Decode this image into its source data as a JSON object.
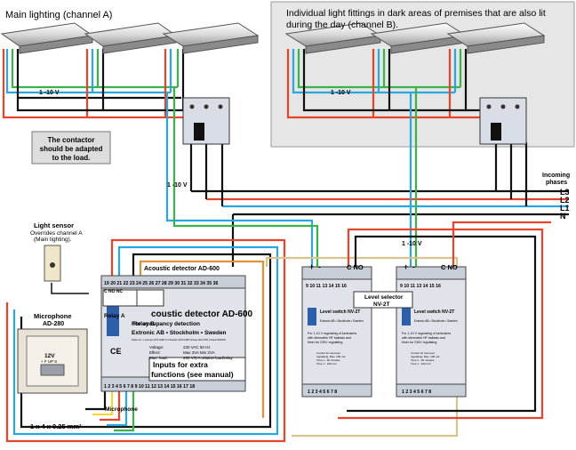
{
  "labels": {
    "main_lighting": "Main lighting (channel A)",
    "individual_line1": "Individual light fittings in dark areas of premises that are also lit",
    "individual_line2": "during the day (channel B).",
    "voltage_a": "1 -10 V",
    "voltage_b": "1 -10 V",
    "voltage_mid": "1 -10 V",
    "voltage_right": "1 -10 V",
    "contactor_line1": "The contactor",
    "contactor_line2": "should be adapted",
    "contactor_line3": "to the load.",
    "incoming_line1": "Incoming",
    "incoming_line2": "phases",
    "phase_l3": "L3",
    "phase_l2": "L2",
    "phase_l1": "L1",
    "phase_n": "N",
    "light_sensor": "Light sensor",
    "overrides_line1": "Overrides channel A",
    "overrides_line2": "(Main lighting).",
    "microphone_title": "Microphone",
    "microphone_model": "AD-280",
    "mic_12v": "12V",
    "mic_pins": "+ F UP S",
    "cable_spec": "1 x 4 x 0.25 mm²",
    "microphone_bottom": "Microphone",
    "acoustic_detector_label": "Acoustic detector AD-600",
    "device_title": "coustic detector AD-600",
    "device_subtitle": "For occupancy detection",
    "device_maker": "Extronic AB • Stockholm • Sweden",
    "device_small": "Patent no: 1, Europe 0073 0186 2/ 2 Sweden 9010 1956 Norway 904 6765, Finland 9005/32",
    "spec_voltage_k": "Voltage:",
    "spec_voltage_v": "230 VAC 50 Hz",
    "spec_effect_k": "Effect:",
    "spec_effect_v": "Max 3VA Min 2VA",
    "spec_load_k": "Max. load:",
    "spec_load_v": "250 V/5 A relative load/relay",
    "relay_a": "Relay A",
    "relay_b": "Relay B",
    "relay_terms": "C NO NC",
    "top_terminals": "19 20 21 22 23 24 25 26 27 28 29 30 31 32 33 34 35 36",
    "bottom_terminals": "1 2 3 4 5 6 7 8 9 10 11 12 13 14 15 16 17 18",
    "inputs_extra_1": "Inputs for extra",
    "inputs_extra_2": "functions (see manual)",
    "level_selector_1": "Level selector",
    "level_selector_2": "NV-2T",
    "ls_title": "Level switch NV-2T",
    "ls_maker": "Extronic AB • Stockholm • Sweden",
    "ls_desc_1": "For 1-10 V regulating of luminaires",
    "ls_desc_2": "with dimmable HF ballasts and",
    "ls_desc_3": "timer for 230V regulating",
    "ls_spec_1": "Current for low level",
    "ls_spec_2": "regulating:  Max. 100 mA",
    "ls_spec_3": "Time 1 - 30 minutes",
    "ls_spec_4": "Time 1 - 120 min.",
    "ls_top_terms": "9 10 11 13 14 15 16",
    "ls_bottom_terms": "1 2 3 4 5 6 7 8",
    "plus": "+",
    "minus": "-",
    "c_no": "C NO",
    "ce": "CE"
  },
  "colors": {
    "red": "#e8442b",
    "blue": "#2aa6e0",
    "green": "#3bb34a",
    "black": "#111111",
    "orange": "#e2903a",
    "yellow": "#f2d63a",
    "beige": "#d9c48e",
    "grey_zone": "#e6e6e6",
    "device_blue": "#2d5fa8"
  }
}
